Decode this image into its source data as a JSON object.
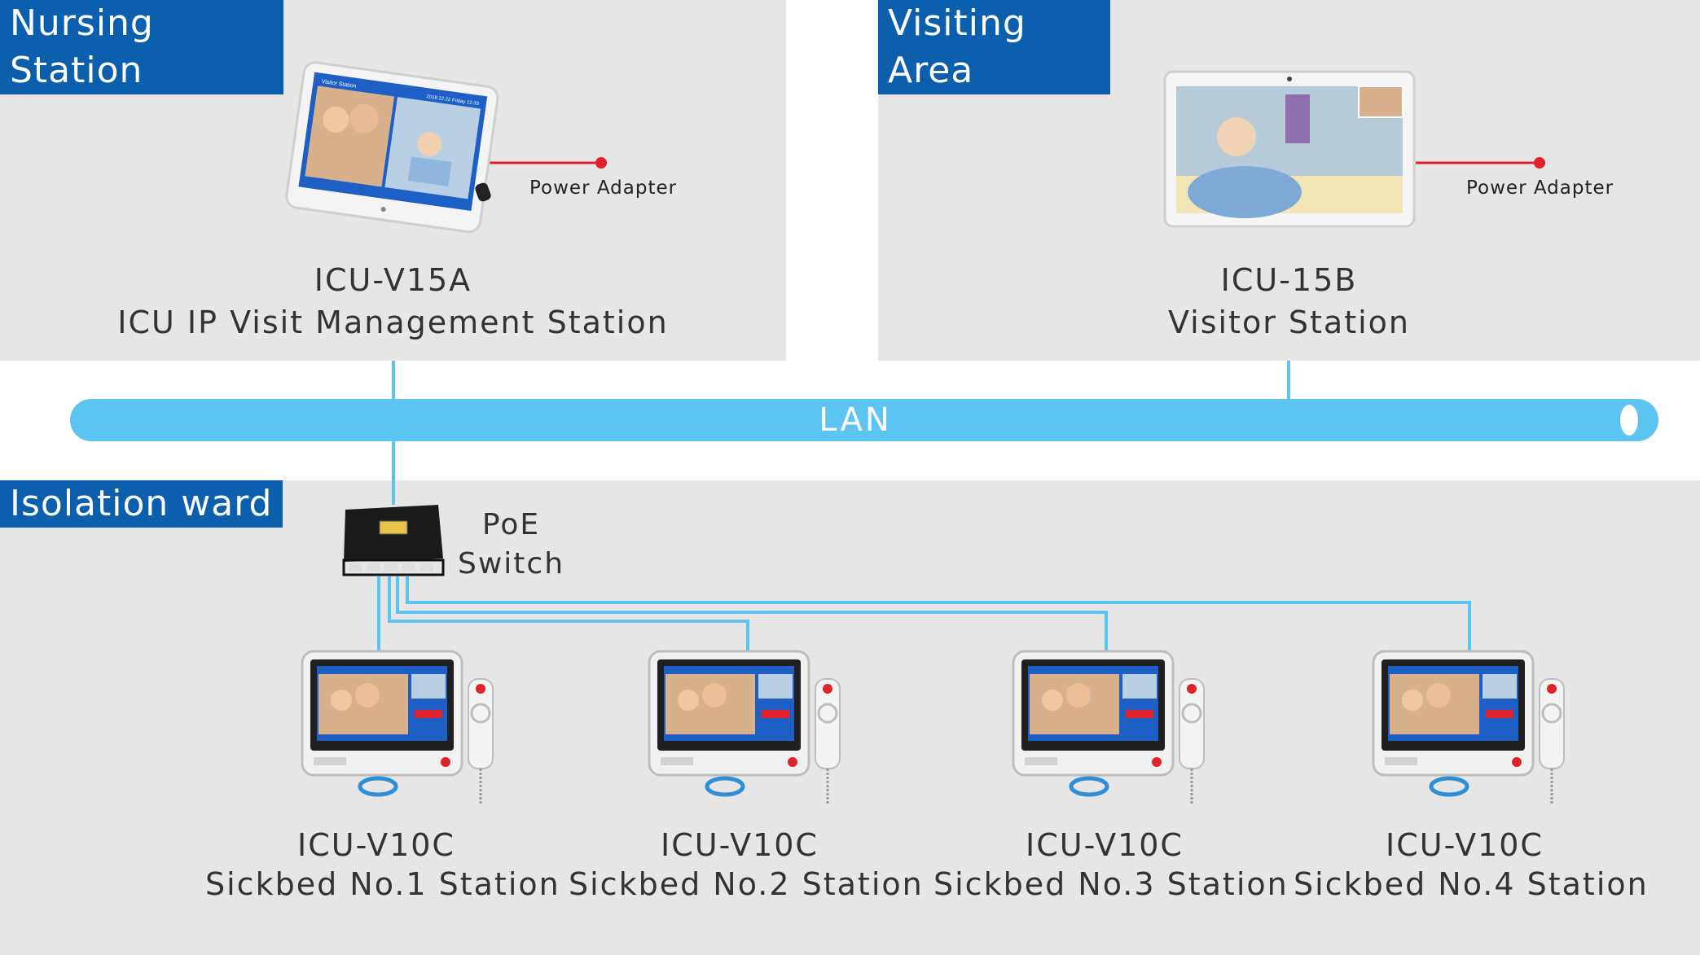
{
  "areas": {
    "nursing": {
      "tag": "Nursing Station",
      "model": "ICU-V15A",
      "name": "ICU IP Visit Management Station",
      "adapter": "Power Adapter",
      "screen_title": "Visitor Station",
      "screen_date": "2018.12.22 Friday 12:33"
    },
    "visiting": {
      "tag": "Visiting Area",
      "model": "ICU-15B",
      "name": "Visitor Station",
      "adapter": "Power Adapter"
    },
    "isolation": {
      "tag": "Isolation ward",
      "switch_label_1": "PoE",
      "switch_label_2": "Switch",
      "stations": [
        {
          "model": "ICU-V10C",
          "name": "Sickbed No.1 Station"
        },
        {
          "model": "ICU-V10C",
          "name": "Sickbed No.2 Station"
        },
        {
          "model": "ICU-V10C",
          "name": "Sickbed No.3 Station"
        },
        {
          "model": "ICU-V10C",
          "name": "Sickbed No.4 Station"
        }
      ]
    }
  },
  "network": {
    "label": "LAN"
  },
  "colors": {
    "tag_blue": "#0b5fad",
    "lan_blue": "#5bc4f0",
    "wire_blue": "#5bc4f0",
    "adapter_red": "#e0232a",
    "panel_gray": "#e6e6e6"
  }
}
